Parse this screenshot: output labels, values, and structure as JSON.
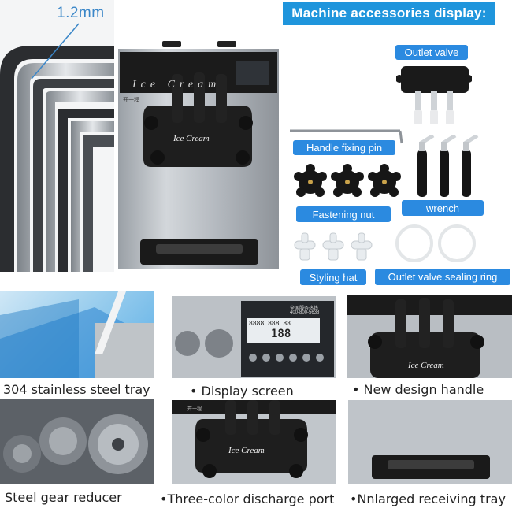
{
  "steel": {
    "thickness_label": "1.2mm"
  },
  "machine": {
    "brand_script": "Ice Cream",
    "handle_logo": "Ice Cream",
    "mode_label": "开一程"
  },
  "accessories": {
    "banner": "Machine accessories display:",
    "outlet_valve": "Outlet valve",
    "handle_fixing_pin": "Handle fixing pin",
    "fastening_nut": "Fastening nut",
    "wrench": "wrench",
    "styling_hat": "Styling hat",
    "sealing_ring": "Outlet valve sealing ring"
  },
  "display": {
    "readout_top": "8888 888 88",
    "readout_main": "188",
    "company_line": "全国服务热线",
    "phone": "400-800-5638"
  },
  "features": [
    {
      "caption": "304 stainless steel tray"
    },
    {
      "caption": "• Display screen"
    },
    {
      "caption": "• New design handle"
    },
    {
      "caption": "Steel gear reducer"
    },
    {
      "caption": "•Three-color discharge port"
    },
    {
      "caption": "•Nnlarged receiving tray"
    }
  ],
  "colors": {
    "banner": "#1f95dc",
    "pill": "#2b8ae0",
    "thickness_text": "#3a86c8",
    "steel": "#b7bcc2",
    "black_panel": "#1b1b1b"
  }
}
